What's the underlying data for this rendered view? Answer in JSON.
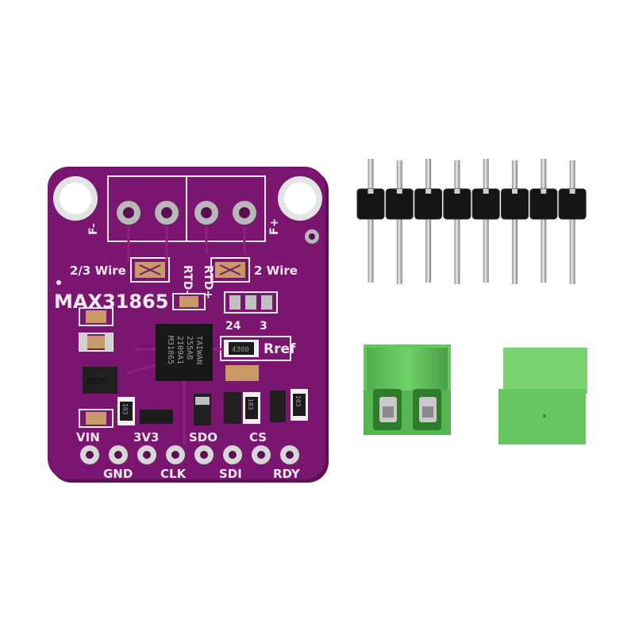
{
  "board": {
    "title": "MAX31865",
    "labels": {
      "f_minus": "F-",
      "f_plus": "F+",
      "rtd_minus": "RTD-",
      "rtd_plus": "RTD+",
      "wire_23": "2/3 Wire",
      "wire_2": "2 Wire",
      "jumper_24": "24",
      "jumper_3": "3",
      "rref": "Rref"
    },
    "pins_top": [
      "VIN",
      "3V3",
      "SDO",
      "CS"
    ],
    "pins_bottom": [
      "GND",
      "CLK",
      "SDI",
      "RDY"
    ],
    "chip_lines": [
      "M31865",
      "2109A1",
      "255AB",
      "TAIWAN"
    ],
    "resistor_codes": {
      "rref": "4300",
      "r1": "103",
      "r2": "103",
      "r3": "103",
      "r4": "4B2K"
    },
    "colors": {
      "pcb": "#7a1570",
      "pcb_edge": "#5e0f57",
      "silkscreen": "#f2e9f2",
      "terminal_block": "#5fc25a",
      "header_plastic": "#111111",
      "header_pin": "#c9c9c9"
    }
  },
  "header_pins": {
    "count": 8
  },
  "terminal_blocks": {
    "count": 2
  }
}
